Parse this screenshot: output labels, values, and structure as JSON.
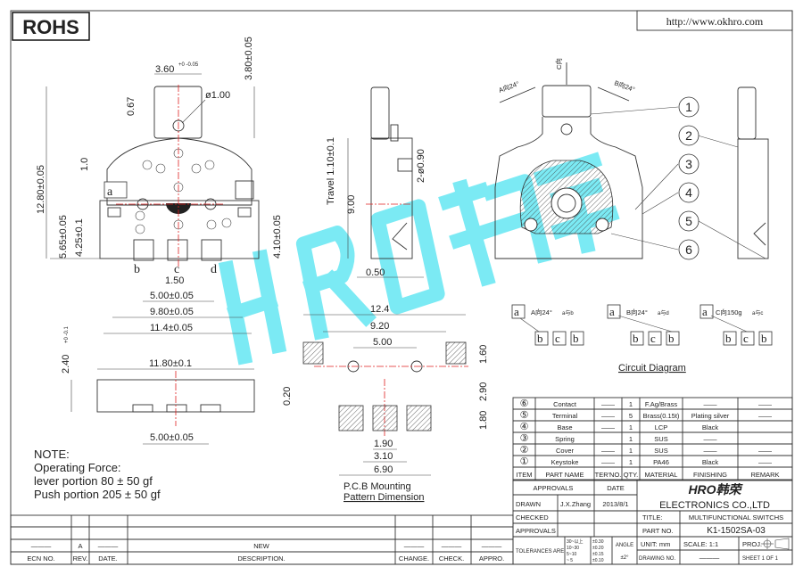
{
  "header": {
    "rohs": "ROHS",
    "url": "http://www.okhro.com"
  },
  "watermark": "HRO韩荣",
  "front_view": {
    "dims": {
      "width_top": "3.60",
      "width_top_tol": "+0 -0.05",
      "height_top": "3.80±0.05",
      "hole": "ø1.00",
      "d067": "0.67",
      "overall_h": "12.80±0.05",
      "d10": "1.0",
      "d565": "5.65±0.05",
      "d425": "4.25±0.1",
      "d410": "4.10±0.05",
      "d150": "1.50",
      "d500": "5.00±0.05",
      "d980": "9.80±0.05",
      "d114": "11.4±0.05"
    },
    "pins": {
      "a": "a",
      "b": "b",
      "c": "c",
      "d": "d"
    }
  },
  "bottom_view": {
    "d240": "2.40",
    "d240_tol": "+0 -0.1",
    "d1180": "11.80±0.1",
    "d500": "5.00±0.05"
  },
  "side_view": {
    "travel": "Travel 1.10±0.1",
    "d900": "9.00",
    "holes": "2-ø0.90",
    "d050": "0.50"
  },
  "top_view": {
    "c_dir": "C向",
    "a_dir": "A向24°",
    "b_dir": "B向24°",
    "callouts": [
      "1",
      "2",
      "3",
      "4",
      "5",
      "6"
    ]
  },
  "pcb": {
    "d124": "12.4",
    "d920": "9.20",
    "d500": "5.00",
    "d160": "1.60",
    "d020": "0.20",
    "d290": "2.90",
    "d180": "1.80",
    "d190": "1.90",
    "d310": "3.10",
    "d690": "6.90",
    "caption1": "P.C.B Mounting",
    "caption2": "Pattern Dimension"
  },
  "note": {
    "title": "NOTE:",
    "line1": "Operating Force:",
    "line2": "lever portion 80 ± 50 gf",
    "line3": "Push portion 205 ± 50 gf"
  },
  "circuit": {
    "title": "Circuit Diagram",
    "groups": [
      {
        "a": "a",
        "label": "A向24°",
        "conn": "a与b",
        "pins": [
          "b",
          "c",
          "b"
        ]
      },
      {
        "a": "a",
        "label": "B向24°",
        "conn": "a与d",
        "pins": [
          "b",
          "c",
          "b"
        ]
      },
      {
        "a": "a",
        "label": "C向150g",
        "conn": "a与c",
        "pins": [
          "b",
          "c",
          "b"
        ]
      }
    ]
  },
  "bom": {
    "rows": [
      {
        "item": "⑥",
        "name": "Contact",
        "ter": "——",
        "qty": "1",
        "material": "F.Ag/Brass",
        "finishing": "——",
        "remark": "——"
      },
      {
        "item": "⑤",
        "name": "Terminal",
        "ter": "——",
        "qty": "5",
        "material": "Brass(0.15t)",
        "finishing": "Plating silver",
        "remark": "——"
      },
      {
        "item": "④",
        "name": "Base",
        "ter": "——",
        "qty": "1",
        "material": "LCP",
        "finishing": "Black",
        "remark": ""
      },
      {
        "item": "③",
        "name": "Spring",
        "ter": "",
        "qty": "1",
        "material": "SUS",
        "finishing": "——",
        "remark": ""
      },
      {
        "item": "②",
        "name": "Cover",
        "ter": "——",
        "qty": "1",
        "material": "SUS",
        "finishing": "——",
        "remark": "——"
      },
      {
        "item": "①",
        "name": "Keystoke",
        "ter": "——",
        "qty": "1",
        "material": "PA46",
        "finishing": "Black",
        "remark": "——"
      }
    ],
    "headers": {
      "item": "ITEM",
      "name": "PART NAME",
      "ter": "TER'NO.",
      "qty": "QTY.",
      "material": "MATERIAL",
      "finishing": "FINISHING",
      "remark": "REMARK"
    }
  },
  "title_block": {
    "approvals": "APPROVALS",
    "date": "DATE",
    "drawn": "DRAWN",
    "drawn_by": "J.X.Zhang",
    "drawn_date": "2013/8/1",
    "checked": "CHECKED",
    "approvals2": "APPROVALS",
    "tolerances": "TOLERANCES ARE",
    "tol_ranges": [
      "30~以上",
      "10~30",
      "5~10",
      "~ 5"
    ],
    "tol_values": [
      "±0.30",
      "±0.20",
      "±0.15",
      "±0.10"
    ],
    "angle": "ANGLE",
    "angle_tol": "±2°",
    "company_logo": "HRO韩荣",
    "company": "ELECTRONICS CO.,LTD",
    "title_label": "TITLE:",
    "title": "MULTIFUNCTIONAL SWITCHS",
    "part_no_label": "PART NO.",
    "part_no": "K1-1502SA-03",
    "unit": "UNIT: mm",
    "scale": "SCALE:  1:1",
    "proj": "PROJ.",
    "drawing_no_label": "DRAWING NO.",
    "drawing_no": "———",
    "sheet": "SHEET  1 OF 1"
  },
  "revision": {
    "row": {
      "ecn": "———",
      "rev": "A",
      "date": "———",
      "desc": "NEW",
      "change": "———",
      "check": "———",
      "appro": "———"
    },
    "headers": {
      "ecn": "ECN NO.",
      "rev": "REV.",
      "date": "DATE.",
      "desc": "DESCRIPTION.",
      "change": "CHANGE.",
      "check": "CHECK.",
      "appro": "APPRO."
    }
  }
}
